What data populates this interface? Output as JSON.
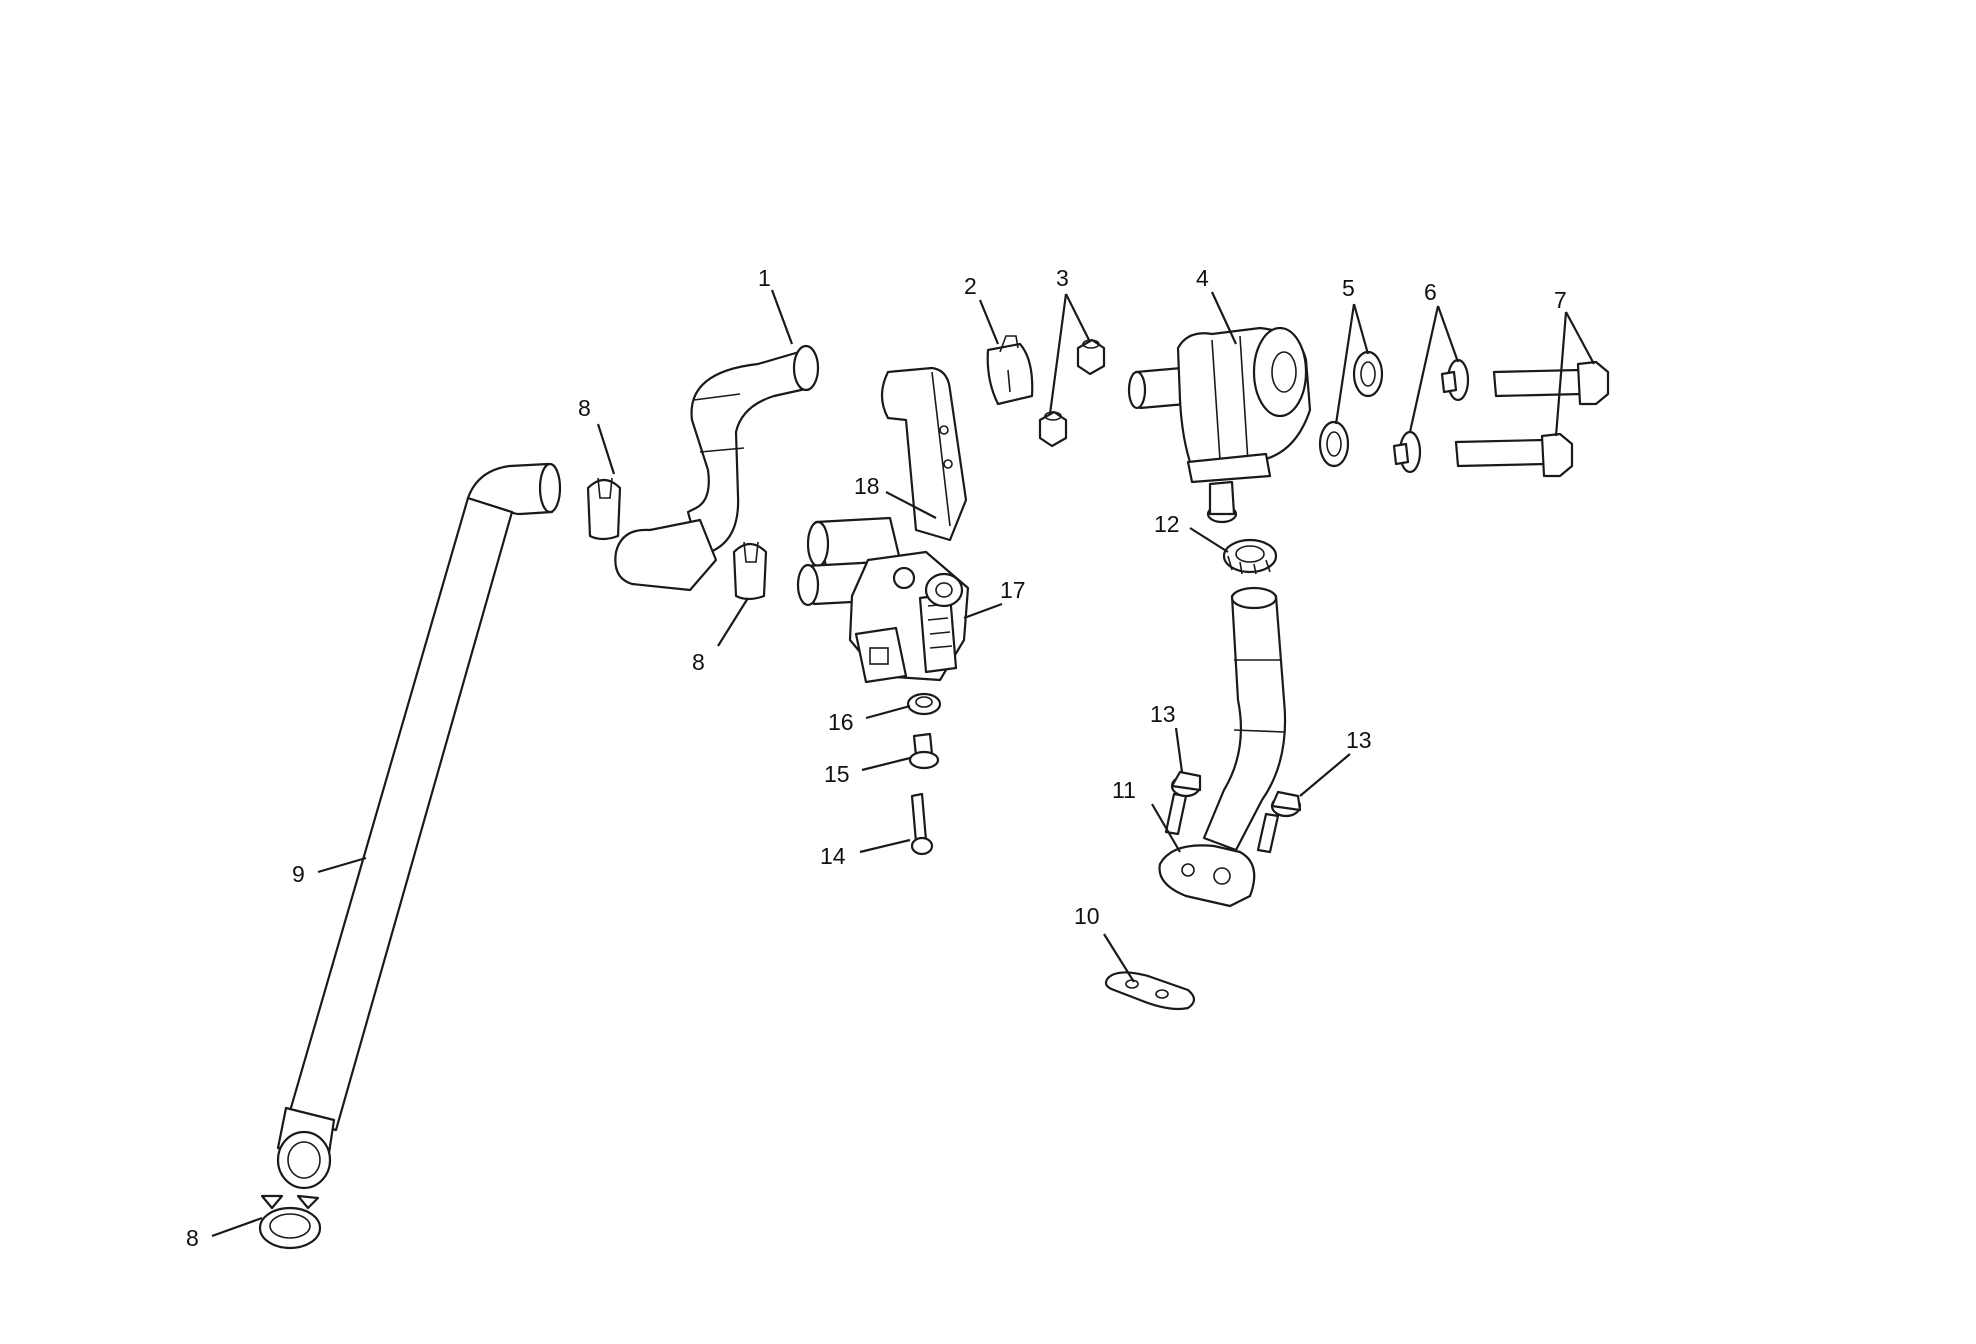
{
  "diagram": {
    "callouts": [
      {
        "id": "c1",
        "label": "1"
      },
      {
        "id": "c2",
        "label": "2"
      },
      {
        "id": "c3",
        "label": "3"
      },
      {
        "id": "c4",
        "label": "4"
      },
      {
        "id": "c5",
        "label": "5"
      },
      {
        "id": "c6",
        "label": "6"
      },
      {
        "id": "c7",
        "label": "7"
      },
      {
        "id": "c8a",
        "label": "8"
      },
      {
        "id": "c8b",
        "label": "8"
      },
      {
        "id": "c8c",
        "label": "8"
      },
      {
        "id": "c9",
        "label": "9"
      },
      {
        "id": "c10",
        "label": "10"
      },
      {
        "id": "c11",
        "label": "11"
      },
      {
        "id": "c12",
        "label": "12"
      },
      {
        "id": "c13a",
        "label": "13"
      },
      {
        "id": "c13b",
        "label": "13"
      },
      {
        "id": "c14",
        "label": "14"
      },
      {
        "id": "c15",
        "label": "15"
      },
      {
        "id": "c16",
        "label": "16"
      },
      {
        "id": "c17",
        "label": "17"
      },
      {
        "id": "c18",
        "label": "18"
      }
    ]
  }
}
